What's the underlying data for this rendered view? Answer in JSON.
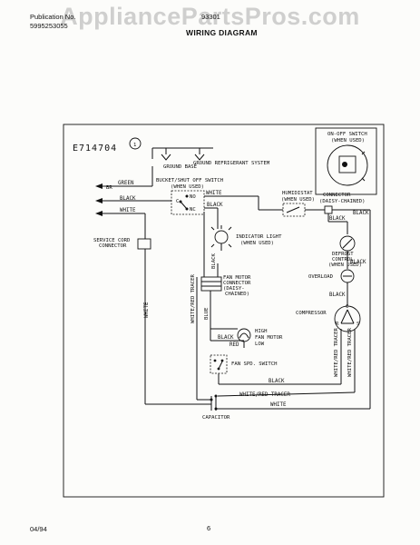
{
  "header": {
    "publication_label": "Publication No.",
    "publication_number": "5995253055",
    "model": "93301",
    "sheet_title": "WIRING DIAGRAM",
    "watermark": "AppliancePartsPros.com"
  },
  "diagram": {
    "diagram_id": "E714704",
    "note_ref": "1",
    "ground_base": "GROUND BASE",
    "ground_refrigerant": "GROUND REFRIGERANT SYSTEM",
    "cord_label_br": "BR",
    "cord_label_green": "GREEN",
    "cord_label_black": "BLACK",
    "cord_label_white": "WHITE",
    "bucket_switch": "BUCKET/SHUT OFF SWITCH",
    "bucket_switch_note": "(WHEN USED)",
    "no": "NO",
    "c": "C",
    "nc": "NC",
    "white_top": "WHITE",
    "black_top": "BLACK",
    "humidistat": "HUMIDISTAT",
    "humidistat_note": "(WHEN USED)",
    "connector": "CONNECTOR",
    "connector_note": "(DAISY-CHAINED)",
    "black_right1": "BLACK",
    "black_right2": "BLACK",
    "service_cord": "SERVICE CORD",
    "service_cord_2": "CONNECTOR",
    "indicator_light": "INDICATOR LIGHT",
    "indicator_note": "(WHEN USED)",
    "defrost_control": "DEFROST",
    "defrost_control_2": "CONTROL",
    "defrost_note": "(WHEN USED)",
    "black_defrost": "BLACK",
    "overload": "OVERLOAD",
    "black_overload": "BLACK",
    "compressor": "COMPRESSOR",
    "comp_c": "C",
    "comp_r": "R",
    "comp_s": "S",
    "fan_motor_connector": "FAN MOTOR",
    "fan_motor_connector_2": "CONNECTOR",
    "fan_motor_connector_3": "(DAISY-",
    "fan_motor_connector_4": "CHAINED)",
    "black_vert": "BLACK",
    "white_red_tracer_vert": "WHITE/RED TRACER",
    "blue_vert": "BLUE",
    "white_vert": "WHITE",
    "high": "HIGH",
    "fan_motor": "FAN MOTOR",
    "black_fan": "BLACK",
    "red": "RED",
    "low": "LOW",
    "fan_switch": "FAN SPD. SWITCH",
    "white_red_tracer_right": "WHITE/RED TRACER",
    "black_bottom": "BLACK",
    "white_red_tracer_bottom": "WHITE/RED TRACER",
    "white_bottom": "WHITE",
    "capacitor": "CAPACITOR",
    "on_off_switch": "ON-OFF SWITCH",
    "on_off_note": "(WHEN USED)"
  },
  "footer": {
    "date": "04/94",
    "page_number": "6"
  }
}
